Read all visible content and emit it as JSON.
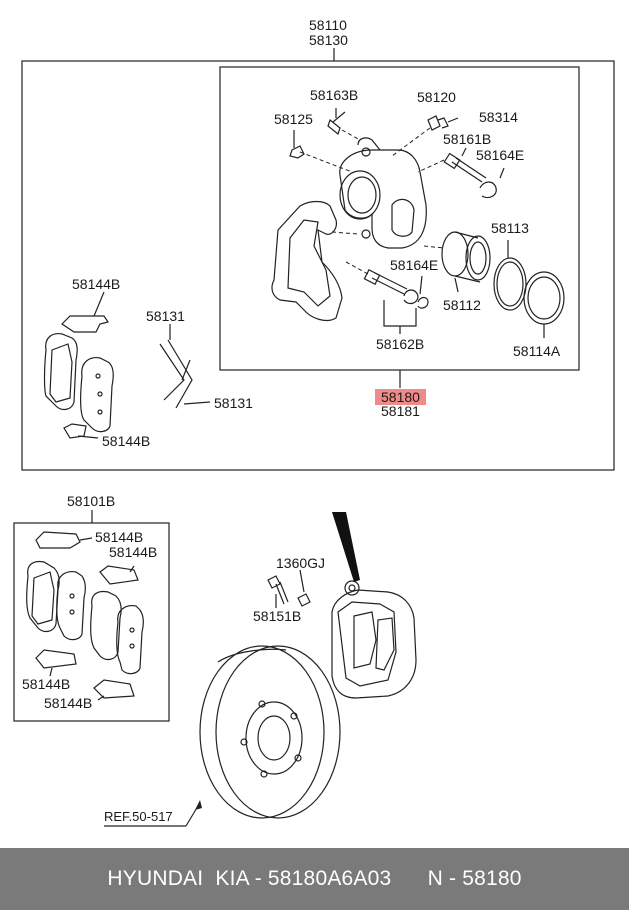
{
  "labels": {
    "assy_top": "58110",
    "assy_top2": "58130",
    "p58163B": "58163B",
    "p58120": "58120",
    "p58314": "58314",
    "p58125": "58125",
    "p58161B": "58161B",
    "p58164E_top": "58164E",
    "p58113": "58113",
    "p58164E_mid": "58164E",
    "p58112": "58112",
    "p58162B": "58162B",
    "p58114A": "58114A",
    "p58180": "58180",
    "p58181": "58181",
    "p58144B_a": "58144B",
    "p58131_a": "58131",
    "p58131_b": "58131",
    "p58144B_b": "58144B",
    "p58101B": "58101B",
    "p58144B_c": "58144B",
    "p58144B_d": "58144B",
    "p58144B_e": "58144B",
    "p58144B_f": "58144B",
    "p1360GJ": "1360GJ",
    "p58151B": "58151B",
    "ref": "REF.50-517"
  },
  "footer": {
    "text": "HYUNDAI  KIA - 58180A6A03      N - 58180",
    "background": "#7a7a7a"
  },
  "highlight_color": "#f08a8a"
}
